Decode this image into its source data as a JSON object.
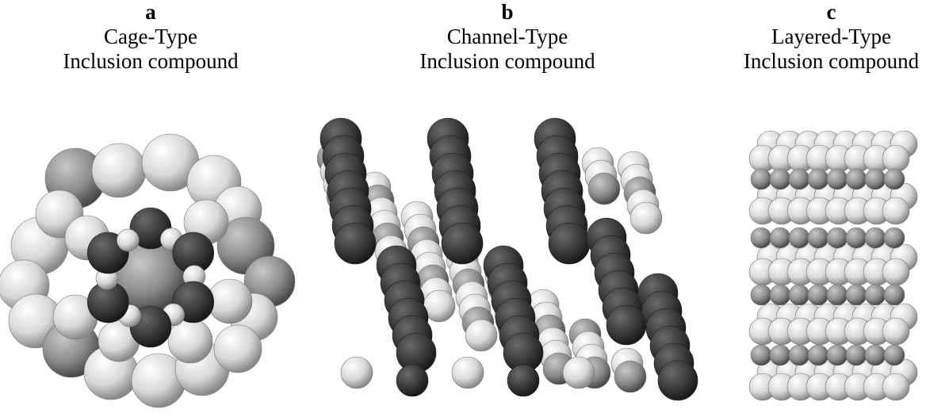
{
  "panels": [
    {
      "letter": "a",
      "type_label": "Cage-Type",
      "subtitle": "Inclusion compound"
    },
    {
      "letter": "b",
      "type_label": "Channel-Type",
      "subtitle": "Inclusion compound"
    },
    {
      "letter": "c",
      "type_label": "Layered-Type",
      "subtitle": "Inclusion compound"
    }
  ],
  "colors": {
    "dark": "#3a3a3a",
    "mid": "#8c8c8c",
    "light": "#e8e8e8",
    "text": "#000000"
  }
}
